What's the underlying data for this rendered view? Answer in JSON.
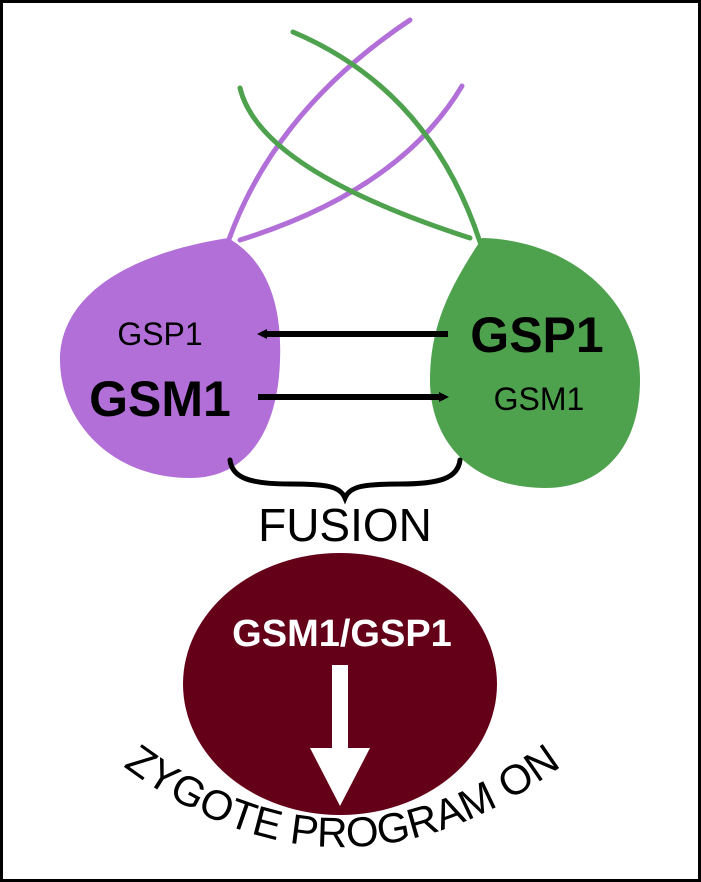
{
  "colors": {
    "minus_cell": "#b26fd8",
    "plus_cell": "#4ea24d",
    "zygote": "#650019",
    "arrow": "#000000",
    "frame": "#000000",
    "zygote_text": "#ffffff",
    "zygote_arrow": "#ffffff"
  },
  "minus_cell": {
    "gsp1_label": "GSP1",
    "gsm1_label": "GSM1"
  },
  "plus_cell": {
    "gsp1_label": "GSP1",
    "gsm1_label": "GSM1"
  },
  "fusion": {
    "label": "FUSION",
    "brace_icon": "curly-brace-icon"
  },
  "zygote": {
    "label": "GSM1/GSP1",
    "arrow_icon": "down-arrow-icon"
  },
  "outcome": {
    "label": "ZYGOTE PROGRAM ON"
  }
}
